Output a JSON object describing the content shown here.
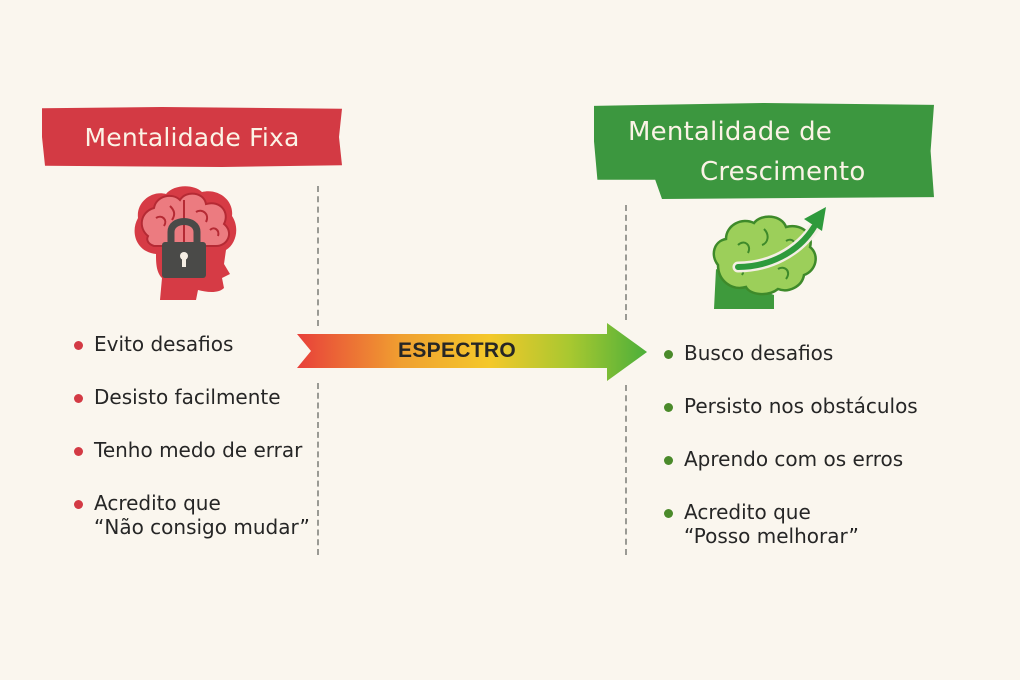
{
  "fixed_mindset": {
    "title": "Mentalidade Fixa",
    "color": "#d33a44",
    "icon": "brain-lock-icon",
    "items": [
      {
        "line1": "Evito desafios"
      },
      {
        "line1": "Desisto facilmente"
      },
      {
        "line1": "Tenho medo de errar"
      },
      {
        "line1": "Acredito que",
        "line2": "“Não consigo mudar”"
      }
    ]
  },
  "growth_mindset": {
    "title_line1": "Mentalidade de",
    "title_line2": "Crescimento",
    "color": "#3c973f",
    "icon": "brain-growth-arrow-icon",
    "items": [
      {
        "line1": "Busco desafios"
      },
      {
        "line1": "Persisto nos obstáculos"
      },
      {
        "line1": "Aprendo com os erros"
      },
      {
        "line1": "Acredito que",
        "line2": "“Posso melhorar”"
      }
    ]
  },
  "spectrum": {
    "label": "ESPECTRO",
    "gradient": [
      "#e8403a",
      "#f0a030",
      "#f4c82a",
      "#a8c830",
      "#4caf3a"
    ]
  }
}
